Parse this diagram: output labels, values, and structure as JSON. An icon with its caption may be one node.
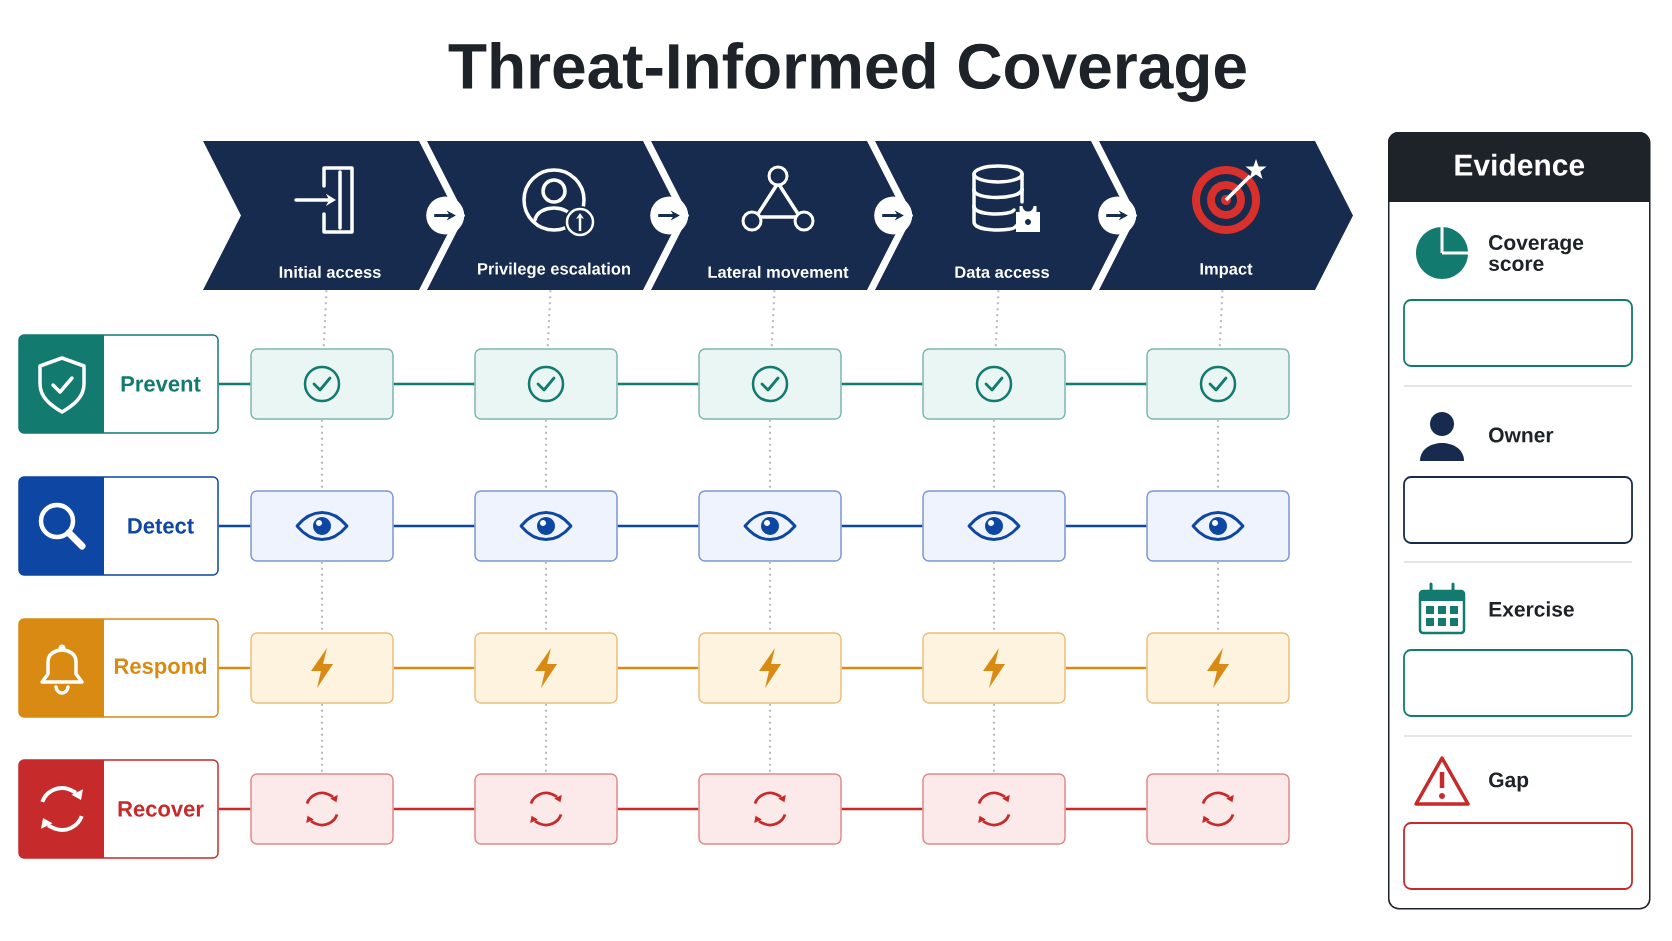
{
  "diagram": {
    "title": "Threat-Informed Coverage",
    "nodes": [
      {
        "text": [
          "Initial access"
        ]
      },
      {
        "text": [
          "Privilege escalation"
        ]
      },
      {
        "text": [
          "Lateral movement"
        ]
      },
      {
        "text": [
          "Data access"
        ]
      },
      {
        "text": [
          "Impact"
        ]
      },
      {
        "text": [
          "Prevent"
        ]
      },
      {
        "text": [
          "Detect"
        ]
      },
      {
        "text": [
          "Respond"
        ]
      },
      {
        "text": [
          "Recover"
        ]
      },
      {
        "text": [],
        "shape": "box"
      },
      {
        "text": [],
        "shape": "box"
      },
      {
        "text": [],
        "shape": "box"
      },
      {
        "text": [],
        "shape": "box"
      },
      {
        "text": [],
        "shape": "box"
      },
      {
        "text": [],
        "shape": "box"
      },
      {
        "text": [],
        "shape": "box"
      },
      {
        "text": [],
        "shape": "box"
      },
      {
        "text": [],
        "shape": "box"
      },
      {
        "text": [],
        "shape": "box"
      },
      {
        "text": [],
        "shape": "box"
      },
      {
        "text": [],
        "shape": "box"
      },
      {
        "text": [],
        "shape": "box"
      },
      {
        "text": [],
        "shape": "box"
      },
      {
        "text": [],
        "shape": "box"
      },
      {
        "text": [],
        "shape": "box"
      },
      {
        "text": [],
        "shape": "box"
      },
      {
        "text": [],
        "shape": "box"
      },
      {
        "text": [],
        "shape": "box"
      },
      {
        "text": [],
        "shape": "box"
      },
      {
        "text": [
          "Evidence"
        ]
      },
      {
        "text": [],
        "shape": "box",
        "in": 29,
        "beside": [
          "Coverage score"
        ]
      },
      {
        "text": [],
        "shape": "box",
        "in": 29,
        "beside": [
          "Owner"
        ]
      },
      {
        "text": [],
        "shape": "box",
        "in": 29,
        "beside": [
          "Exercise"
        ]
      },
      {
        "text": [],
        "shape": "box",
        "in": 29,
        "beside": [
          "Gap"
        ]
      }
    ],
    "edges": [
      {
        "from": 0,
        "to": 1,
        "arrow": "to",
        "color": "#162b4d"
      },
      {
        "from": 1,
        "to": 2,
        "arrow": "to",
        "color": "#162b4d"
      },
      {
        "from": 2,
        "to": 3,
        "arrow": "to",
        "color": "#162b4d"
      },
      {
        "from": 3,
        "to": 4,
        "arrow": "to",
        "color": "#162b4d"
      },
      {
        "from": 5,
        "to": 9,
        "arrow": "none",
        "color": "#137a6f"
      },
      {
        "from": 9,
        "to": 10,
        "arrow": "none",
        "color": "#137a6f"
      },
      {
        "from": 10,
        "to": 11,
        "arrow": "none",
        "color": "#137a6f"
      },
      {
        "from": 11,
        "to": 12,
        "arrow": "none",
        "color": "#137a6f"
      },
      {
        "from": 12,
        "to": 13,
        "arrow": "none",
        "color": "#137a6f"
      },
      {
        "from": 6,
        "to": 14,
        "arrow": "none",
        "color": "#0e46a3"
      },
      {
        "from": 14,
        "to": 15,
        "arrow": "none",
        "color": "#0e46a3"
      },
      {
        "from": 15,
        "to": 16,
        "arrow": "none",
        "color": "#0e46a3"
      },
      {
        "from": 16,
        "to": 17,
        "arrow": "none",
        "color": "#0e46a3"
      },
      {
        "from": 17,
        "to": 18,
        "arrow": "none",
        "color": "#0e46a3"
      },
      {
        "from": 7,
        "to": 19,
        "arrow": "none",
        "color": "#d98a12"
      },
      {
        "from": 19,
        "to": 20,
        "arrow": "none",
        "color": "#d98a12"
      },
      {
        "from": 20,
        "to": 21,
        "arrow": "none",
        "color": "#d98a12"
      },
      {
        "from": 21,
        "to": 22,
        "arrow": "none",
        "color": "#d98a12"
      },
      {
        "from": 22,
        "to": 23,
        "arrow": "none",
        "color": "#d98a12"
      },
      {
        "from": 8,
        "to": 24,
        "arrow": "none",
        "color": "#c62a2a"
      },
      {
        "from": 24,
        "to": 25,
        "arrow": "none",
        "color": "#c62a2a"
      },
      {
        "from": 25,
        "to": 26,
        "arrow": "none",
        "color": "#c62a2a"
      },
      {
        "from": 26,
        "to": 27,
        "arrow": "none",
        "color": "#c62a2a"
      },
      {
        "from": 27,
        "to": 28,
        "arrow": "none",
        "color": "#c62a2a"
      },
      {
        "from": 0,
        "to": 9,
        "arrow": "none",
        "style": "dashed",
        "color": "#b5b9bf"
      },
      {
        "from": 9,
        "to": 14,
        "arrow": "none",
        "style": "dashed",
        "color": "#b5b9bf"
      },
      {
        "from": 14,
        "to": 19,
        "arrow": "none",
        "style": "dashed",
        "color": "#b5b9bf"
      },
      {
        "from": 19,
        "to": 24,
        "arrow": "none",
        "style": "dashed",
        "color": "#b5b9bf"
      },
      {
        "from": 1,
        "to": 10,
        "arrow": "none",
        "style": "dashed",
        "color": "#b5b9bf"
      },
      {
        "from": 10,
        "to": 15,
        "arrow": "none",
        "style": "dashed",
        "color": "#b5b9bf"
      },
      {
        "from": 15,
        "to": 20,
        "arrow": "none",
        "style": "dashed",
        "color": "#b5b9bf"
      },
      {
        "from": 20,
        "to": 25,
        "arrow": "none",
        "style": "dashed",
        "color": "#b5b9bf"
      },
      {
        "from": 2,
        "to": 11,
        "arrow": "none",
        "style": "dashed",
        "color": "#b5b9bf"
      },
      {
        "from": 11,
        "to": 16,
        "arrow": "none",
        "style": "dashed",
        "color": "#b5b9bf"
      },
      {
        "from": 16,
        "to": 21,
        "arrow": "none",
        "style": "dashed",
        "color": "#b5b9bf"
      },
      {
        "from": 21,
        "to": 26,
        "arrow": "none",
        "style": "dashed",
        "color": "#b5b9bf"
      },
      {
        "from": 3,
        "to": 12,
        "arrow": "none",
        "style": "dashed",
        "color": "#b5b9bf"
      },
      {
        "from": 12,
        "to": 17,
        "arrow": "none",
        "style": "dashed",
        "color": "#b5b9bf"
      },
      {
        "from": 17,
        "to": 22,
        "arrow": "none",
        "style": "dashed",
        "color": "#b5b9bf"
      },
      {
        "from": 22,
        "to": 27,
        "arrow": "none",
        "style": "dashed",
        "color": "#b5b9bf"
      },
      {
        "from": 4,
        "to": 13,
        "arrow": "none",
        "style": "dashed",
        "color": "#b5b9bf"
      },
      {
        "from": 13,
        "to": 18,
        "arrow": "none",
        "style": "dashed",
        "color": "#b5b9bf"
      },
      {
        "from": 18,
        "to": 23,
        "arrow": "none",
        "style": "dashed",
        "color": "#b5b9bf"
      },
      {
        "from": 23,
        "to": 28,
        "arrow": "none",
        "style": "dashed",
        "color": "#b5b9bf"
      }
    ]
  }
}
